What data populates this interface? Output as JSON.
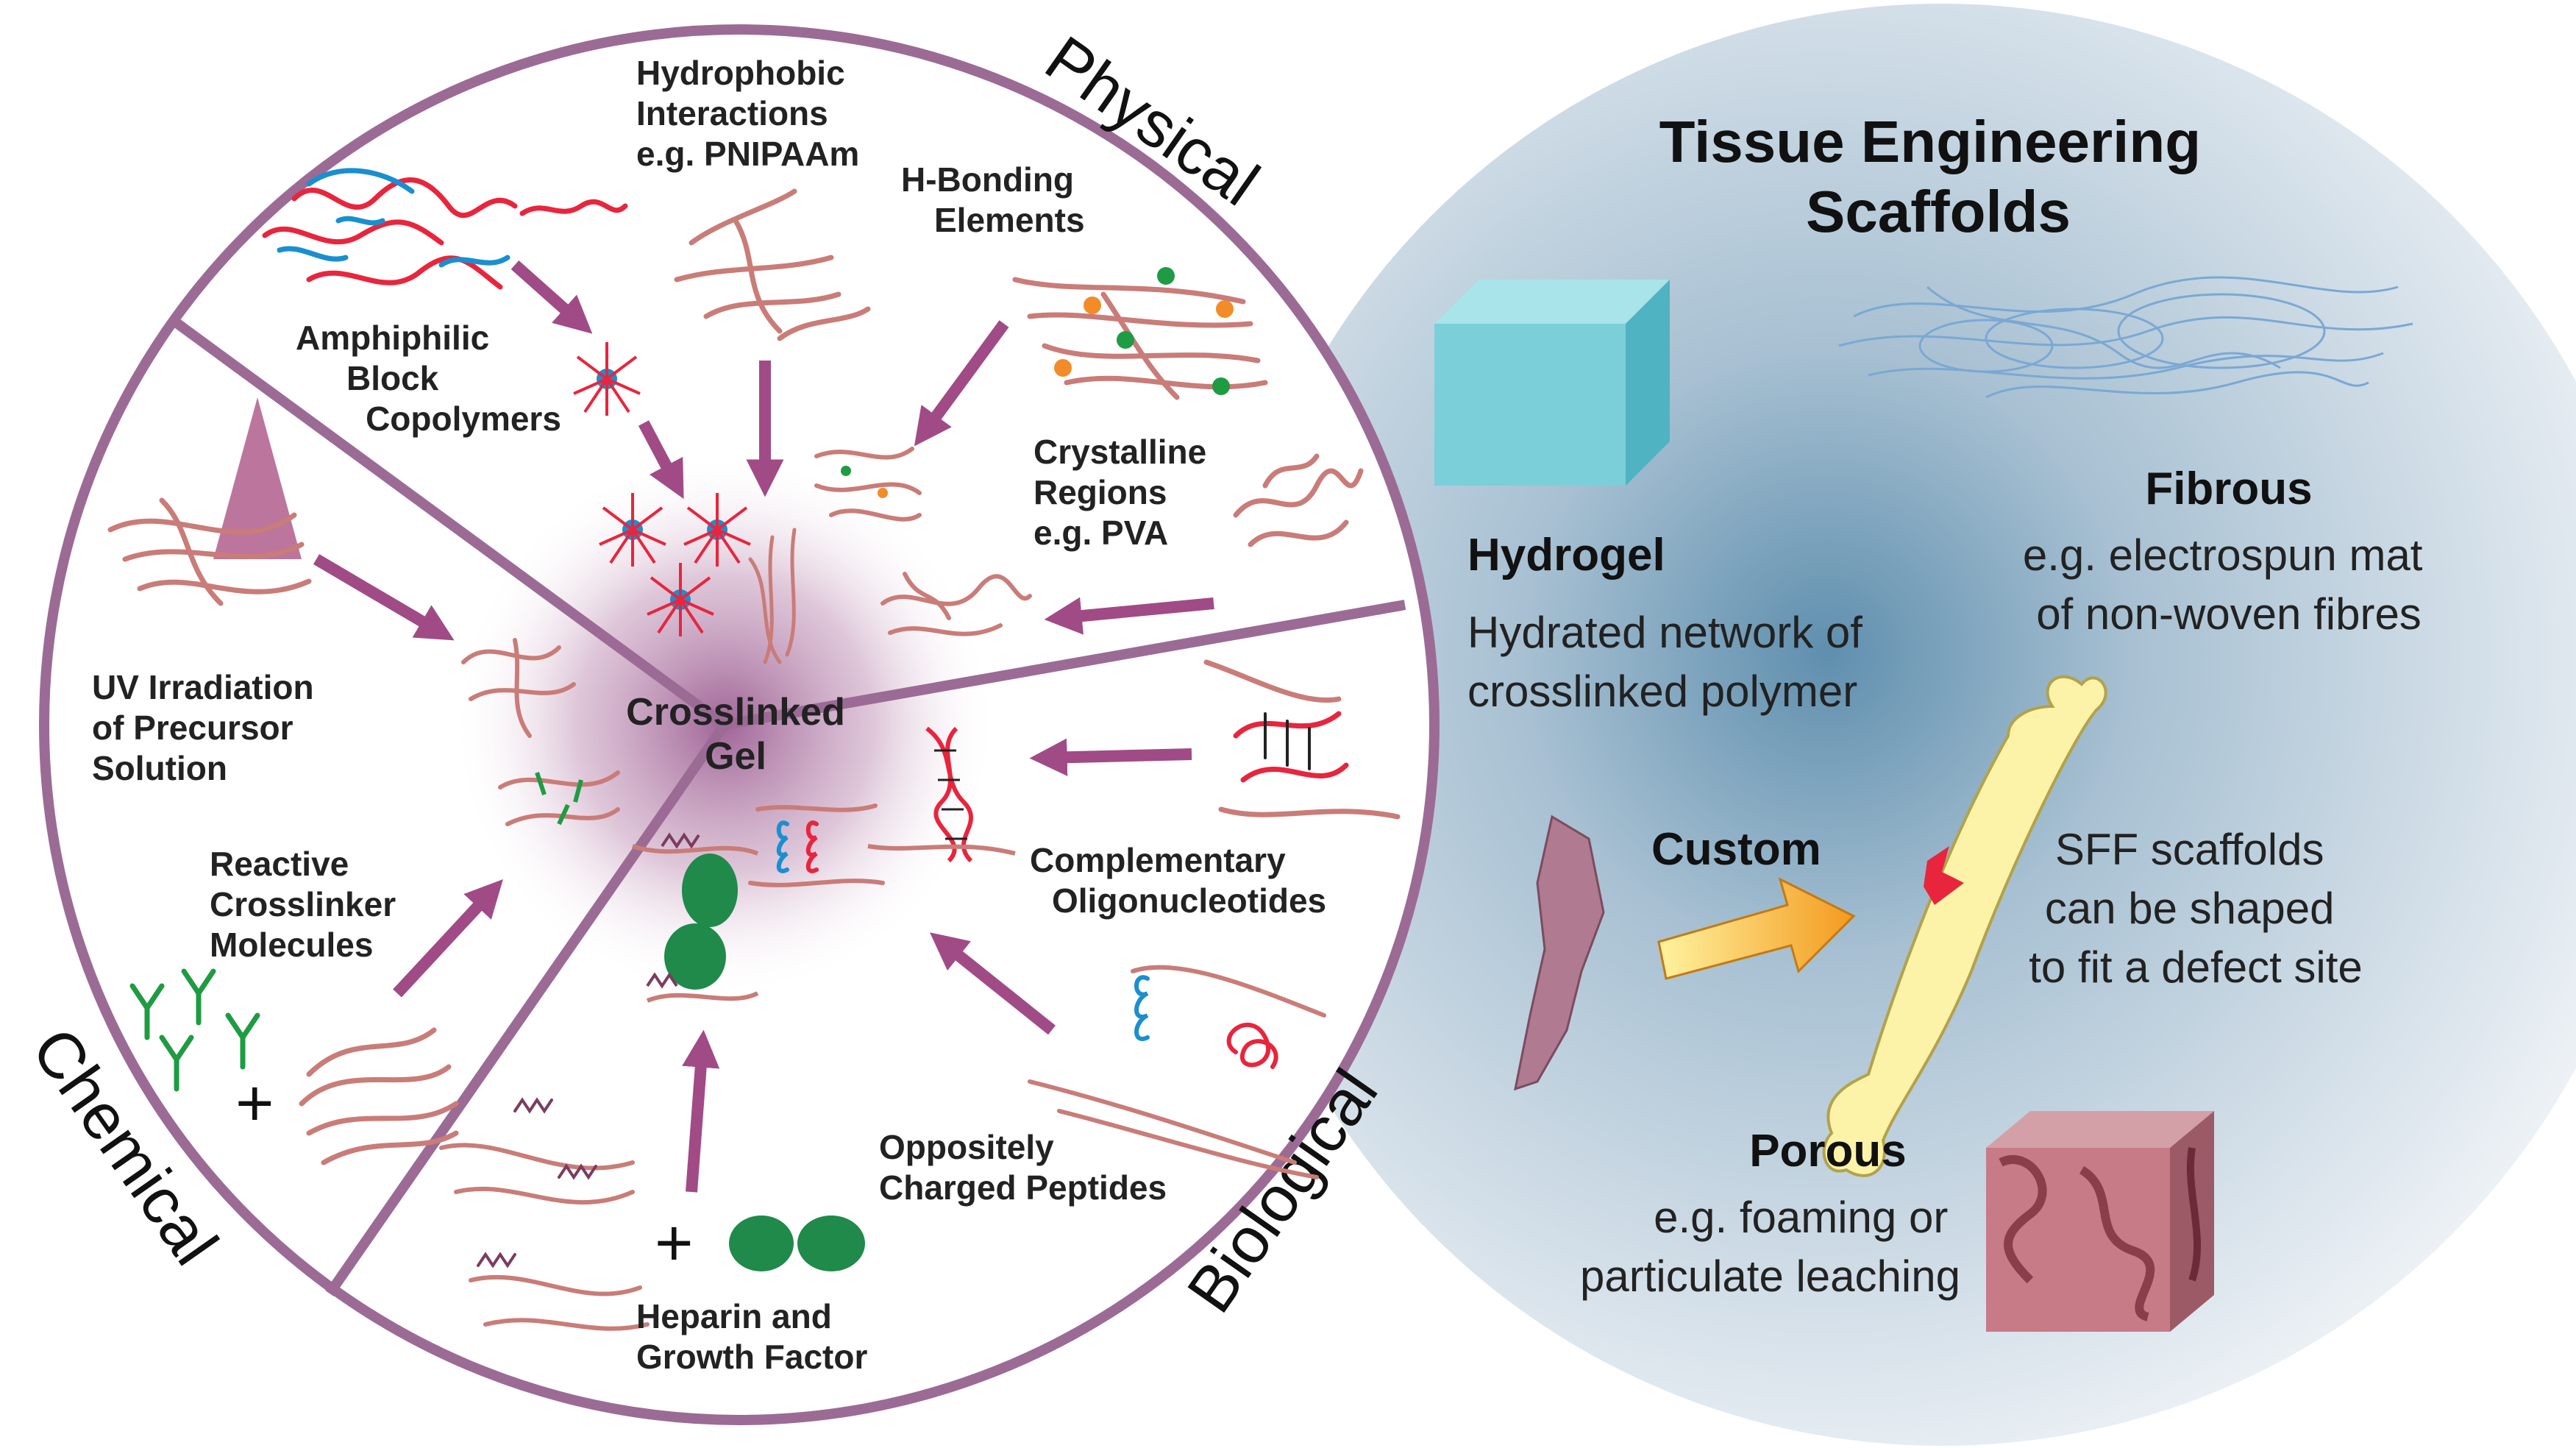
{
  "colors": {
    "ring": "#9b6b95",
    "arrow": "#a04b86",
    "polymer": "#c97c78",
    "red": "#e8253d",
    "blue": "#1a8fd0",
    "green": "#1f9b43",
    "orange": "#f28c28",
    "hydrogel": "#7bcfd8",
    "bone": "#fdf3a8",
    "glow_right": "#6f9ab5",
    "glow_center": "#b783ab"
  },
  "sectors": {
    "physical": "Physical",
    "chemical": "Chemical",
    "biological": "Biological"
  },
  "center_label": {
    "line1": "Crosslinked",
    "line2": "Gel"
  },
  "physical": {
    "amphiphilic": [
      "Amphiphilic",
      "Block",
      "Copolymers"
    ],
    "hydrophobic": [
      "Hydrophobic",
      "Interactions",
      "e.g. PNIPAAm"
    ],
    "hbonding": [
      "H-Bonding",
      "Elements"
    ],
    "crystalline": [
      "Crystalline",
      "Regions",
      "e.g. PVA"
    ]
  },
  "chemical": {
    "uv": [
      "UV Irradiation",
      "of Precursor",
      "Solution"
    ],
    "reactive": [
      "Reactive",
      "Crosslinker",
      "Molecules"
    ],
    "plus": "+"
  },
  "biological": {
    "complementary": [
      "Complementary",
      "Oligonucleotides"
    ],
    "peptides": [
      "Oppositely",
      "Charged Peptides"
    ],
    "heparin": [
      "Heparin and",
      "Growth Factor"
    ],
    "plus": "+"
  },
  "scaffolds": {
    "title": [
      "Tissue Engineering",
      "Scaffolds"
    ],
    "hydrogel": {
      "name": "Hydrogel",
      "desc": [
        "Hydrated network of",
        "crosslinked polymer"
      ]
    },
    "fibrous": {
      "name": "Fibrous",
      "desc": [
        "e.g. electrospun mat",
        "of non-woven fibres"
      ]
    },
    "custom": {
      "name": "Custom",
      "desc": [
        "SFF scaffolds",
        "can be shaped",
        "to fit a defect site"
      ]
    },
    "porous": {
      "name": "Porous",
      "desc": [
        "e.g. foaming or",
        "particulate leaching"
      ]
    }
  }
}
